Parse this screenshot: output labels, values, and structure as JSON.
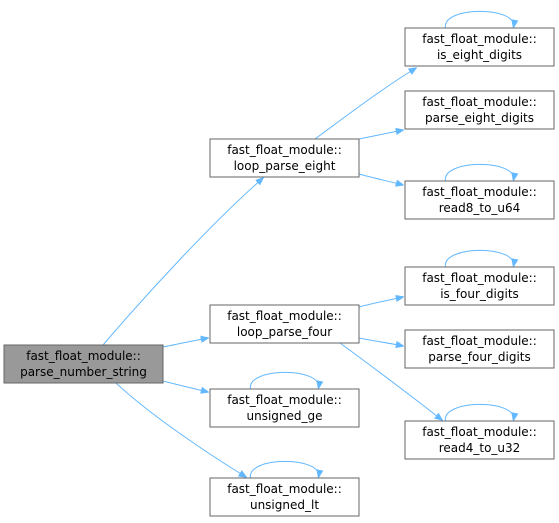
{
  "graph": {
    "nodes": {
      "parse_number_string": {
        "line1": "fast_float_module::",
        "line2": "parse_number_string",
        "root": true
      },
      "loop_parse_eight": {
        "line1": "fast_float_module::",
        "line2": "loop_parse_eight"
      },
      "loop_parse_four": {
        "line1": "fast_float_module::",
        "line2": "loop_parse_four"
      },
      "unsigned_ge": {
        "line1": "fast_float_module::",
        "line2": "unsigned_ge"
      },
      "unsigned_lt": {
        "line1": "fast_float_module::",
        "line2": "unsigned_lt"
      },
      "is_eight_digits": {
        "line1": "fast_float_module::",
        "line2": "is_eight_digits"
      },
      "parse_eight_digits": {
        "line1": "fast_float_module::",
        "line2": "parse_eight_digits"
      },
      "read8_to_u64": {
        "line1": "fast_float_module::",
        "line2": "read8_to_u64"
      },
      "is_four_digits": {
        "line1": "fast_float_module::",
        "line2": "is_four_digits"
      },
      "parse_four_digits": {
        "line1": "fast_float_module::",
        "line2": "parse_four_digits"
      },
      "read4_to_u32": {
        "line1": "fast_float_module::",
        "line2": "read4_to_u32"
      }
    },
    "edges": [
      {
        "from": "parse_number_string",
        "to": "loop_parse_eight"
      },
      {
        "from": "parse_number_string",
        "to": "loop_parse_four"
      },
      {
        "from": "parse_number_string",
        "to": "unsigned_ge"
      },
      {
        "from": "parse_number_string",
        "to": "unsigned_lt"
      },
      {
        "from": "loop_parse_eight",
        "to": "is_eight_digits"
      },
      {
        "from": "loop_parse_eight",
        "to": "parse_eight_digits"
      },
      {
        "from": "loop_parse_eight",
        "to": "read8_to_u64"
      },
      {
        "from": "loop_parse_four",
        "to": "is_four_digits"
      },
      {
        "from": "loop_parse_four",
        "to": "parse_four_digits"
      },
      {
        "from": "loop_parse_four",
        "to": "read4_to_u32"
      },
      {
        "from": "is_eight_digits",
        "to": "is_eight_digits"
      },
      {
        "from": "read8_to_u64",
        "to": "read8_to_u64"
      },
      {
        "from": "is_four_digits",
        "to": "is_four_digits"
      },
      {
        "from": "read4_to_u32",
        "to": "read4_to_u32"
      },
      {
        "from": "unsigned_ge",
        "to": "unsigned_ge"
      },
      {
        "from": "unsigned_lt",
        "to": "unsigned_lt"
      }
    ]
  },
  "colors": {
    "edge": "#63b8ff",
    "node_border": "#666666",
    "root_fill": "#999999",
    "node_fill": "#ffffff"
  }
}
